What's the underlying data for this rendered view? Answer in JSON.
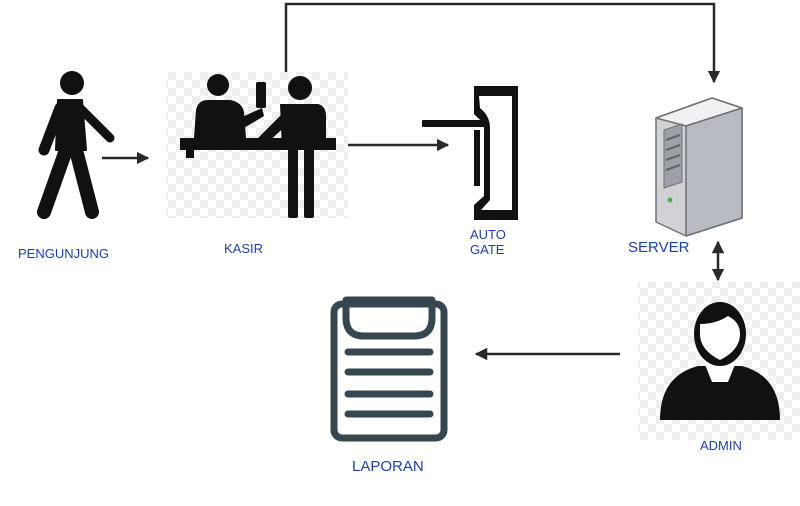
{
  "colors": {
    "label": "#1f3fb0",
    "stroke": "#2a2a2a",
    "icon": "#111111",
    "report": "#37474f"
  },
  "nodes": {
    "pengunjung": {
      "label": "PENGUNJUNG",
      "icon": "walking-person-icon"
    },
    "kasir": {
      "label": "KASIR",
      "icon": "cashier-counter-icon"
    },
    "auto_gate": {
      "label_line1": "AUTO",
      "label_line2": "GATE",
      "icon": "turnstile-gate-icon"
    },
    "server": {
      "label": "SERVER",
      "icon": "server-tower-icon"
    },
    "admin": {
      "label": "ADMIN",
      "icon": "admin-user-icon"
    },
    "laporan": {
      "label": "LAPORAN",
      "icon": "clipboard-report-icon"
    }
  }
}
